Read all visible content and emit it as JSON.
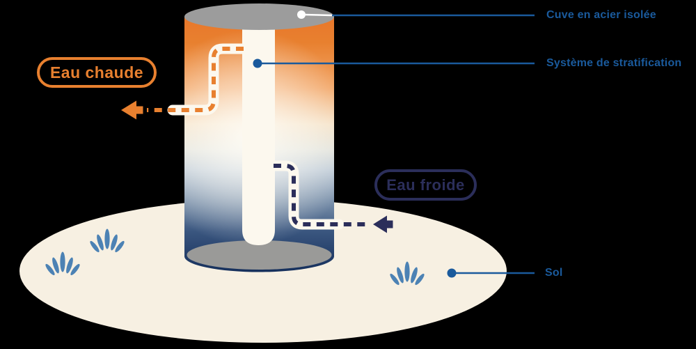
{
  "diagram": {
    "title_hidden": "",
    "hot_label": "Eau chaude",
    "cold_label": "Eau froide",
    "callouts": {
      "cuve": {
        "label": "Cuve en acier isolée"
      },
      "systeme": {
        "label": "Système de stratification"
      },
      "sol": {
        "label": "Sol"
      }
    }
  },
  "colors": {
    "background": "#000000",
    "hot_orange": "#E8802F",
    "cold_navy": "#2B2E5A",
    "callout_blue": "#1A5A9C",
    "ground_cream": "#F7F0E2",
    "tank_top_orange": "#E8772B",
    "tank_bottom_navy": "#152F5B",
    "steel_gray": "#9C9C9C",
    "column_white": "#FCF8EE",
    "grass_blue": "#4C82B4"
  }
}
